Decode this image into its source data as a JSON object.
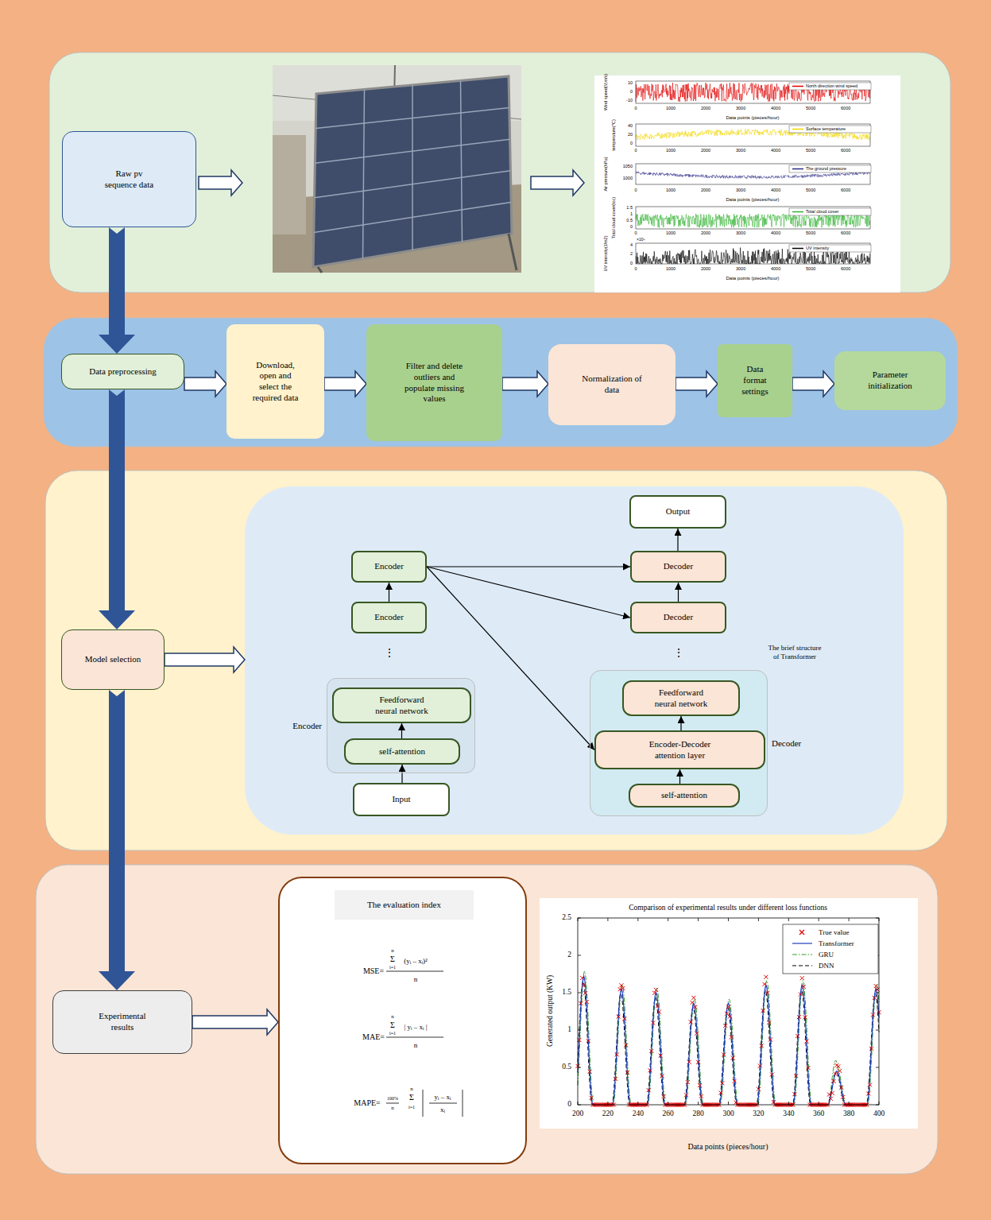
{
  "diagram": {
    "nodes": [
      {
        "text": [
          "Raw pv sequence data"
        ]
      },
      {
        "text": [
          "Data preprocessing"
        ]
      },
      {
        "text": [
          "Download, open and select the required data"
        ]
      },
      {
        "text": [
          "Filter and delete outliers and populate missing values"
        ]
      },
      {
        "text": [
          "Normalization of data"
        ]
      },
      {
        "text": [
          "Data format settings"
        ]
      },
      {
        "text": [
          "Parameter initialization"
        ]
      },
      {
        "text": [
          "Model selection"
        ]
      },
      {
        "text": [
          "The brief structure of Transformer"
        ]
      },
      {
        "text": [
          "Encoder"
        ],
        "in": 8
      },
      {
        "text": [
          "Encoder"
        ],
        "in": 8
      },
      {
        "text": [
          "Encoder"
        ],
        "in": 8
      },
      {
        "text": [
          "Feedforward neural network"
        ],
        "in": 11
      },
      {
        "text": [
          "self-attention"
        ],
        "in": 11
      },
      {
        "text": [
          "Input"
        ],
        "in": 8
      },
      {
        "text": [
          "Output"
        ],
        "in": 8
      },
      {
        "text": [
          "Decoder"
        ],
        "in": 8
      },
      {
        "text": [
          "Decoder"
        ],
        "in": 8
      },
      {
        "text": [
          "Decoder"
        ],
        "in": 8
      },
      {
        "text": [
          "Feedforward neural network"
        ],
        "in": 18
      },
      {
        "text": [
          "Encoder-Decoder attention layer"
        ],
        "in": 18
      },
      {
        "text": [
          "self-attention"
        ],
        "in": 18
      },
      {
        "text": [
          "Experimental results"
        ]
      },
      {
        "text": [
          "The evaluation index"
        ]
      }
    ],
    "edges": [
      {
        "from": 0,
        "to": 1,
        "arrow": "to"
      },
      {
        "from": 1,
        "to": 2,
        "arrow": "to"
      },
      {
        "from": 2,
        "to": 3,
        "arrow": "to"
      },
      {
        "from": 3,
        "to": 4,
        "arrow": "to"
      },
      {
        "from": 4,
        "to": 5,
        "arrow": "to"
      },
      {
        "from": 5,
        "to": 6,
        "arrow": "to"
      },
      {
        "from": 1,
        "to": 7,
        "arrow": "to"
      },
      {
        "from": 7,
        "to": 8,
        "arrow": "to"
      },
      {
        "from": 14,
        "to": 13,
        "arrow": "to"
      },
      {
        "from": 13,
        "to": 12,
        "arrow": "to"
      },
      {
        "from": 10,
        "to": 9,
        "arrow": "to"
      },
      {
        "from": 9,
        "to": 16,
        "arrow": "to"
      },
      {
        "from": 9,
        "to": 17,
        "arrow": "to"
      },
      {
        "from": 9,
        "to": 20,
        "arrow": "to"
      },
      {
        "from": 21,
        "to": 20,
        "arrow": "to"
      },
      {
        "from": 20,
        "to": 19,
        "arrow": "to"
      },
      {
        "from": 17,
        "to": 16,
        "arrow": "to"
      },
      {
        "from": 16,
        "to": 15,
        "arrow": "to"
      },
      {
        "from": 7,
        "to": 22,
        "arrow": "to"
      },
      {
        "from": 22,
        "to": 23,
        "arrow": "to"
      }
    ],
    "labels": [
      "Wind speed(V,m/s)",
      "temperature(℃)",
      "Air pressure(hPa)",
      "Total cloud cover(tcc)",
      "UV intensity(J/m2)",
      "10",
      "0",
      "-10",
      "40",
      "20",
      "0",
      "1050",
      "1000",
      "1.5",
      "1",
      "0.5",
      "0",
      "4",
      "2",
      "0",
      "×10⁹",
      "0",
      "1000",
      "2000",
      "3000",
      "4000",
      "5000",
      "6000",
      "0",
      "1000",
      "2000",
      "3000",
      "4000",
      "5000",
      "6000",
      "0",
      "1000",
      "2000",
      "3000",
      "4000",
      "5000",
      "6000",
      "0",
      "1000",
      "2000",
      "3000",
      "4000",
      "5000",
      "6000",
      "0",
      "1000",
      "2000",
      "3000",
      "4000",
      "5000",
      "6000",
      "Data points (pieces/hour)",
      "Data points (pieces/hour)",
      "Data points (pieces/hour)",
      "⋮",
      "⋮",
      "MSE=",
      "n",
      "Σ",
      "i=1",
      "(yᵢ – xᵢ)²",
      "n",
      "MAE=",
      "n",
      "Σ",
      "i=1",
      "| yᵢ – xᵢ |",
      "n",
      "MAPE=",
      "100%",
      "n",
      "n",
      "Σ",
      "i=1",
      "yᵢ – xᵢ",
      "xᵢ",
      "Comparison of experimental results under different loss functions",
      "Generated output (KW)",
      "2.5",
      "2",
      "1.5",
      "1",
      "0.5",
      "0",
      "200",
      "220",
      "240",
      "260",
      "280",
      "300",
      "320",
      "340",
      "360",
      "380",
      "400",
      "Data points (pieces/hour)"
    ],
    "legend": [
      {
        "text": "North direction wind speed"
      },
      {
        "text": "Surface temperature"
      },
      {
        "text": "The ground pressure"
      },
      {
        "text": "Total cloud cover"
      },
      {
        "text": "UV intensity"
      },
      {
        "text": "True value"
      },
      {
        "text": "Transformer"
      },
      {
        "text": "GRU"
      },
      {
        "text": "DNN"
      }
    ]
  }
}
